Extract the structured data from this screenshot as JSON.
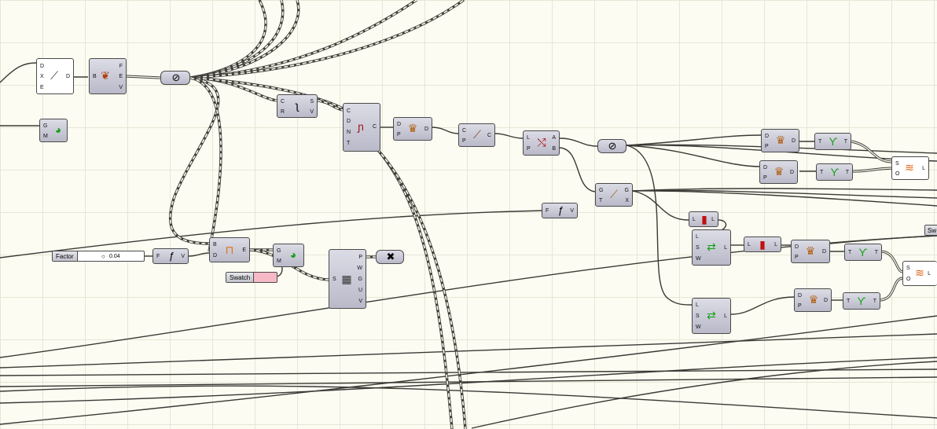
{
  "canvas": {
    "background": "#fcfcf2",
    "grid_color": "#e6e6d6",
    "component_fill": "#c8c8d6",
    "wire_color": "#3a3a36"
  },
  "components": {
    "shatter": {
      "icon": "knife-icon",
      "inputs": [
        "D",
        "X",
        "E"
      ],
      "outputs": [
        "D"
      ]
    },
    "deconstruct_brep": {
      "icon": "brep-icon",
      "inputs": [
        "B"
      ],
      "outputs": [
        "F",
        "E",
        "V"
      ]
    },
    "relay_top": {
      "icon": "relay-icon"
    },
    "preview_left": {
      "icon": "preview-icon",
      "inputs": [
        "G",
        "M"
      ]
    },
    "curve_cr": {
      "icon": "curve-icon",
      "inputs": [
        "C",
        "R"
      ],
      "outputs": [
        "S",
        "V"
      ]
    },
    "network_srf": {
      "icon": "network-icon",
      "inputs": [
        "C",
        "D",
        "N",
        "T"
      ],
      "outputs": [
        "C"
      ]
    },
    "dp1": {
      "icon": "crown-icon",
      "inputs": [
        "D",
        "P"
      ],
      "outputs": [
        "D"
      ]
    },
    "cpc": {
      "icon": "pen-icon",
      "inputs": [
        "C",
        "P"
      ],
      "outputs": [
        "C"
      ]
    },
    "split_list": {
      "icon": "split-icon",
      "inputs": [
        "L",
        "P"
      ],
      "outputs": [
        "A",
        "B"
      ]
    },
    "relay_mid": {
      "icon": "relay-icon"
    },
    "dp_top1": {
      "icon": "crown-icon",
      "inputs": [
        "D",
        "P"
      ],
      "outputs": [
        "D"
      ]
    },
    "tree_top1": {
      "icon": "tree-icon",
      "inputs": [
        "T"
      ],
      "outputs": [
        "T"
      ]
    },
    "dp_top2": {
      "icon": "crown-icon",
      "inputs": [
        "D",
        "P"
      ],
      "outputs": [
        "D"
      ]
    },
    "tree_top2": {
      "icon": "tree-icon",
      "inputs": [
        "T"
      ],
      "outputs": [
        "T"
      ]
    },
    "weave_top": {
      "icon": "weave-icon",
      "inputs": [
        "S",
        "O"
      ],
      "outputs": [
        "L"
      ]
    },
    "graft_gtgx": {
      "icon": "graft-icon",
      "inputs": [
        "G",
        "T"
      ],
      "outputs": [
        "G",
        "X"
      ]
    },
    "expr_fv": {
      "icon": "expression-icon",
      "inputs": [
        "F"
      ],
      "outputs": [
        "V"
      ]
    },
    "list_ll_1": {
      "icon": "list-icon",
      "inputs": [
        "L"
      ],
      "outputs": [
        "L"
      ]
    },
    "shift_1": {
      "icon": "shift-icon",
      "inputs": [
        "L",
        "S",
        "W"
      ],
      "outputs": [
        "L"
      ]
    },
    "list_ll_2": {
      "icon": "list-icon",
      "inputs": [
        "L"
      ],
      "outputs": [
        "L"
      ]
    },
    "dp_mid": {
      "icon": "crown-icon",
      "inputs": [
        "D",
        "P"
      ],
      "outputs": [
        "D"
      ]
    },
    "tree_mid": {
      "icon": "tree-icon",
      "inputs": [
        "T"
      ],
      "outputs": [
        "T"
      ]
    },
    "weave_mid": {
      "icon": "weave-icon",
      "inputs": [
        "S",
        "O"
      ],
      "outputs": [
        "L"
      ]
    },
    "shift_2": {
      "icon": "shift-icon",
      "inputs": [
        "L",
        "S",
        "W"
      ],
      "outputs": [
        "L"
      ]
    },
    "dp_bot": {
      "icon": "crown-icon",
      "inputs": [
        "D",
        "P"
      ],
      "outputs": [
        "D"
      ]
    },
    "tree_bot": {
      "icon": "tree-icon",
      "inputs": [
        "T"
      ],
      "outputs": [
        "T"
      ]
    },
    "expr_main": {
      "icon": "expression-icon",
      "inputs": [
        "F"
      ],
      "outputs": [
        "V"
      ]
    },
    "bd_e": {
      "icon": "blend-icon",
      "inputs": [
        "B",
        "D"
      ],
      "outputs": [
        "E"
      ]
    },
    "preview_mid": {
      "icon": "preview-icon",
      "inputs": [
        "G",
        "M"
      ]
    },
    "box_grid": {
      "icon": "grid-icon",
      "inputs": [
        "S"
      ],
      "outputs": [
        "P",
        "W",
        "G",
        "U",
        "V"
      ]
    },
    "stop": {
      "icon": "close-icon"
    }
  },
  "params": {
    "factor_label": "Factor",
    "factor_value": "0.04",
    "swatch_label": "Swatch",
    "swatch_color": "#f7b9c6",
    "swatch_right_label": "Sw"
  }
}
